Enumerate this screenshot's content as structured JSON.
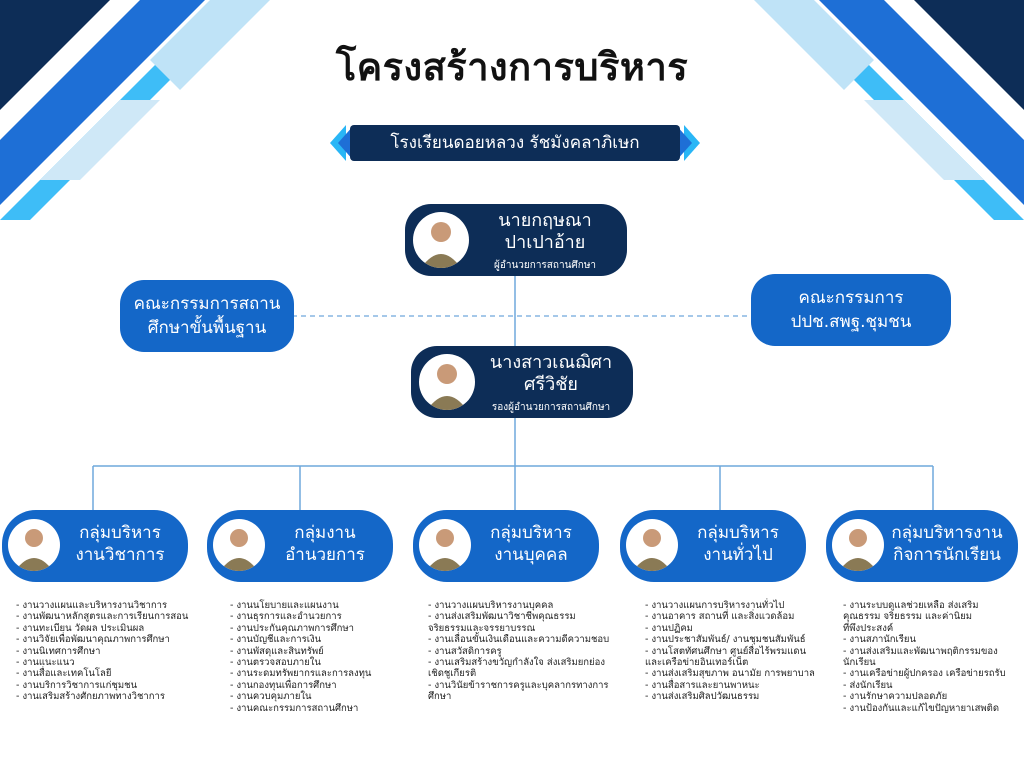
{
  "colors": {
    "navy": "#0d2d57",
    "blue": "#1467c8",
    "cyan": "#29b6f6",
    "line": "#6fa8dc"
  },
  "title": "โครงสร้างการบริหาร",
  "school": "โรงเรียนดอยหลวง รัชมังคลาภิเษก",
  "director": {
    "name": "นายกฤษณา\nปาเปาอ้าย",
    "role": "ผู้อำนวยการสถานศึกษา"
  },
  "deputy": {
    "name": "นางสาวเณฌิศา\nศรีวิชัย",
    "role": "รองผู้อำนวยการสถานศึกษา"
  },
  "board_left": "คณะกรรมการสถาน\nศึกษาขั้นพื้นฐาน",
  "board_right": "คณะกรรมการ\nปปช.สพฐ.ชุมชน",
  "groups": [
    {
      "title": "กลุ่มบริหาร\nงานวิชาการ",
      "duties": [
        "- งานวางแผนและบริหารงานวิชาการ",
        "- งานพัฒนาหลักสูตรและการเรียนการสอน",
        "- งานทะเบียน วัดผล ประเมินผล",
        "- งานวิจัยเพื่อพัฒนาคุณภาพการศึกษา",
        "- งานนิเทศการศึกษา",
        "- งานแนะแนว",
        "- งานสื่อและเทคโนโลยี",
        "- งานบริการวิชาการแก่ชุมชน",
        "- งานเสริมสร้างศักยภาพทางวิชาการ"
      ]
    },
    {
      "title": "กลุ่มงาน\nอำนวยการ",
      "duties": [
        "- งานนโยบายและแผนงาน",
        "- งานธุรการและอำนวยการ",
        "- งานประกันคุณภาพการศึกษา",
        "- งานบัญชีและการเงิน",
        "- งานพัสดุและสินทรัพย์",
        "- งานตรวจสอบภายใน",
        "- งานระดมทรัพยากรและการลงทุน",
        "- งานกองทุนเพื่อการศึกษา",
        "- งานควบคุมภายใน",
        "- งานคณะกรรมการสถานศึกษา"
      ]
    },
    {
      "title": "กลุ่มบริหาร\nงานบุคคล",
      "duties": [
        "- งานวางแผนบริหารงานบุคคล",
        "- งานส่งเสริมพัฒนาวิชาชีพคุณธรรม",
        "  จริยธรรมและจรรยาบรรณ",
        "- งานเลื่อนขั้นเงินเดือนและความดีความชอบ",
        "- งานสวัสดิการครู",
        "- งานเสริมสร้างขวัญกำลังใจ ส่งเสริมยกย่อง",
        "  เชิดชูเกียรติ",
        "- งานวินัยข้าราชการครูและบุคลากรทางการ",
        "  ศึกษา"
      ]
    },
    {
      "title": "กลุ่มบริหาร\nงานทั่วไป",
      "duties": [
        "- งานวางแผนการบริหารงานทั่วไป",
        "- งานอาคาร สถานที่ และสิ่งแวดล้อม",
        "- งานปฏิคม",
        "- งานประชาสัมพันธ์/ งานชุมชนสัมพันธ์",
        "- งานโสตทัศนศึกษา ศูนย์สื่อไร้พรมแดน",
        "  และเครือข่ายอินเทอร์เน็ต",
        "- งานส่งเสริมสุขภาพ อนามัย การพยาบาล",
        "- งานสื่อสารและยานพาหนะ",
        "- งานส่งเสริมศิลปวัฒนธรรม"
      ]
    },
    {
      "title": "กลุ่มบริหารงาน\nกิจการนักเรียน",
      "duties": [
        "- งานระบบดูแลช่วยเหลือ ส่งเสริม",
        "  คุณธรรม จริยธรรม และค่านิยม",
        "  ที่พึงประสงค์",
        "- งานสภานักเรียน",
        "- งานส่งเสริมและพัฒนาพฤติกรรมของ",
        "  นักเรียน",
        "- งานเครือข่ายผู้ปกครอง เครือข่ายรถรับ",
        "  - ส่งนักเรียน",
        "-  งานรักษาความปลอดภัย",
        "- งานป้องกันและแก้ไขปัญหายาเสพติด"
      ]
    }
  ]
}
